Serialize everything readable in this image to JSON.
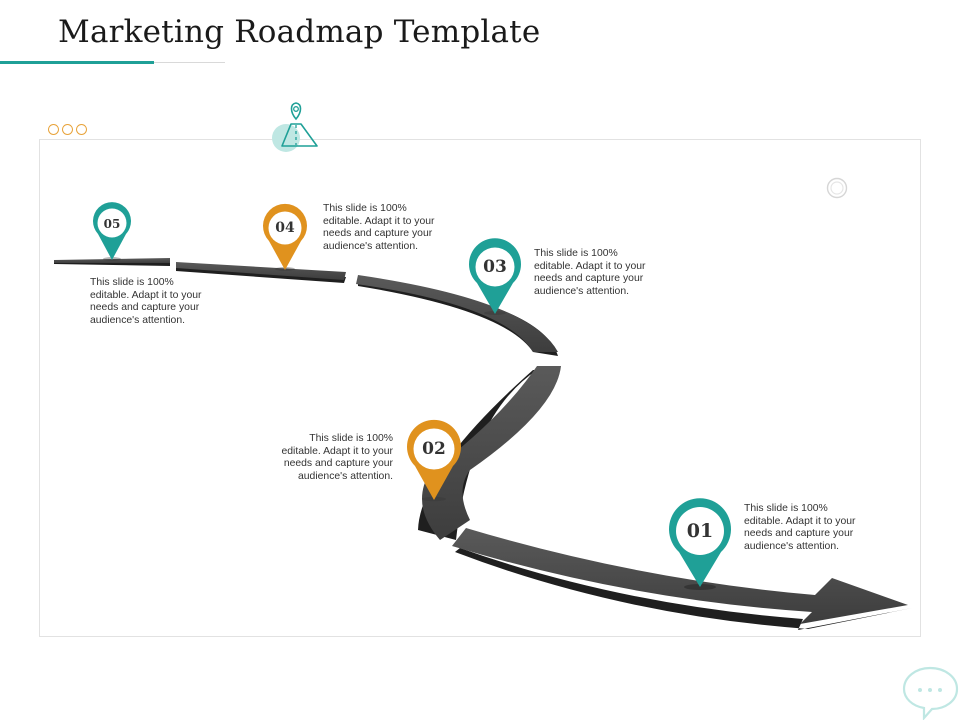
{
  "slide": {
    "title": "Marketing Roadmap Template"
  },
  "colors": {
    "teal": "#1fa097",
    "orange": "#e0921e",
    "road": "#4a4a4a",
    "road_shadow": "#1f1f1f",
    "text": "#333333"
  },
  "icons": [
    "road-icon",
    "chat-bubble-icon",
    "decorative-dots",
    "decorative-ring"
  ],
  "milestones": [
    {
      "number": "01",
      "color": "teal",
      "text": "This slide is 100%\neditable.  Adapt it to your\nneeds and capture your\naudience's attention."
    },
    {
      "number": "02",
      "color": "orange",
      "text": "This slide is 100%\neditable.  Adapt it to your\nneeds and capture your\naudience's attention."
    },
    {
      "number": "03",
      "color": "teal",
      "text": "This slide is 100%\neditable.  Adapt it to your\nneeds and capture your\naudience's attention."
    },
    {
      "number": "04",
      "color": "orange",
      "text": "This slide is 100%\neditable.  Adapt it to your\nneeds and capture your\naudience's attention."
    },
    {
      "number": "05",
      "color": "teal",
      "text": "This slide is 100%\neditable.  Adapt it to your\nneeds and capture your\naudience's attention."
    }
  ]
}
